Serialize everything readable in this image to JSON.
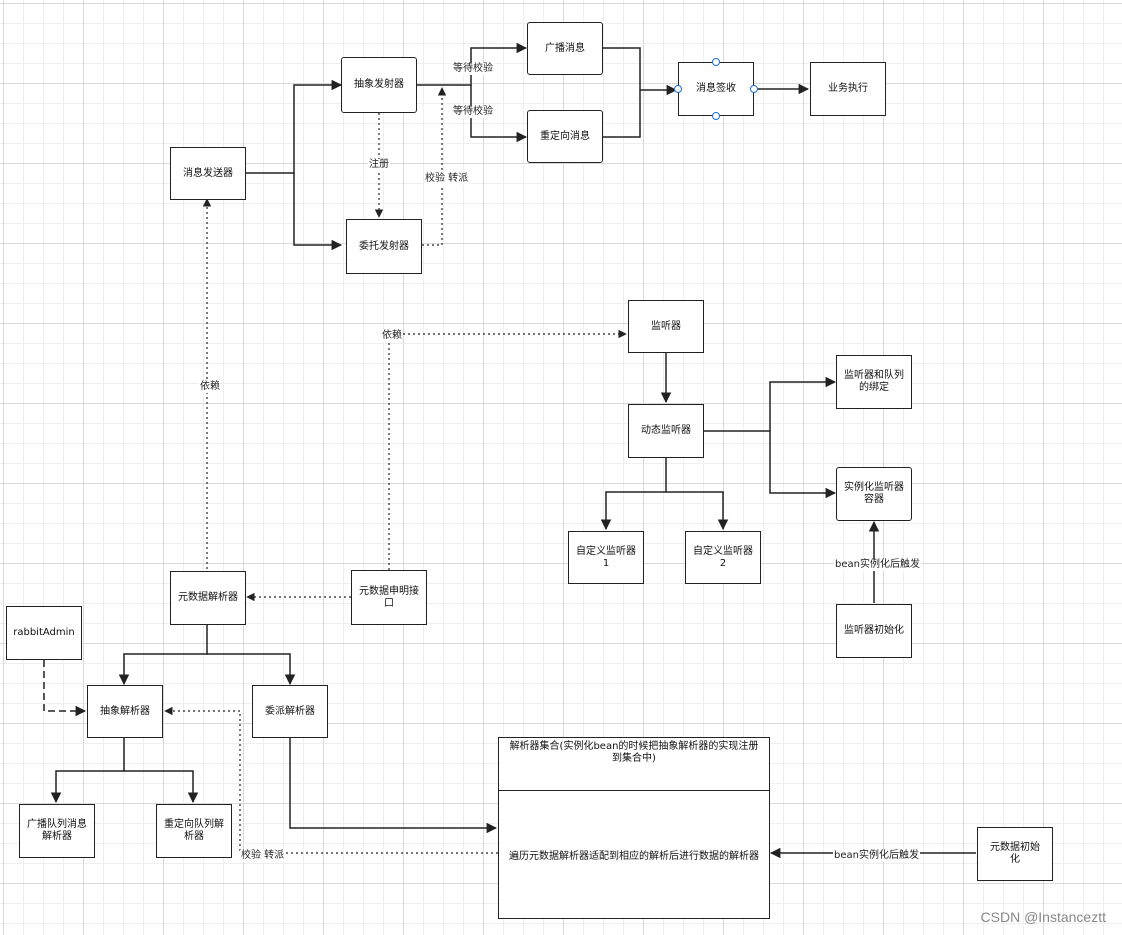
{
  "nodes": {
    "abstract_sender": "抽象发射器",
    "broadcast_msg": "广播消息",
    "redirect_msg": "重定向消息",
    "msg_receive": "消息签收",
    "biz_exec": "业务执行",
    "msg_sender": "消息发送器",
    "delegate_sender": "委托发射器",
    "listener": "监听器",
    "dynamic_listener": "动态监听器",
    "listener_queue_binding": "监听器和队列\n的绑定",
    "instantiate_listener_container": "实例化监听器\n容器",
    "custom_listener_1": "自定义监听器\n1",
    "custom_listener_2": "自定义监听器\n2",
    "listener_init": "监听器初始化",
    "metadata_parser": "元数据解析器",
    "metadata_decl_interface": "元数据申明接\n口",
    "rabbit_admin": "rabbitAdmin",
    "abstract_parser": "抽象解析器",
    "delegate_parser": "委派解析器",
    "broadcast_queue_parser": "广播队列消息\n解析器",
    "redirect_queue_parser": "重定向队列解\n析器",
    "metadata_init": "元数据初始\n化"
  },
  "container": {
    "title": "解析器集合(实例化bean的时候把抽象解析器的实现注册到集合中)",
    "body": "遍历元数据解析器适配到相应的解析后进行数据的解析器"
  },
  "labels": {
    "wait_check_top": "等待校验",
    "wait_check_bottom": "等待校验",
    "register": "注册",
    "check_dispatch_top": "校验 转派",
    "depends_left": "依赖",
    "depends_middle": "依赖",
    "bean_trigger_right": "bean实例化后触发",
    "bean_trigger_bottom": "bean实例化后触发",
    "check_dispatch_bottom": "校验 转派"
  },
  "watermark": "CSDN @Instanceztt",
  "colors": {
    "line": "#222222",
    "port": "#1e6fd9",
    "grid": "#d9d9d9"
  }
}
